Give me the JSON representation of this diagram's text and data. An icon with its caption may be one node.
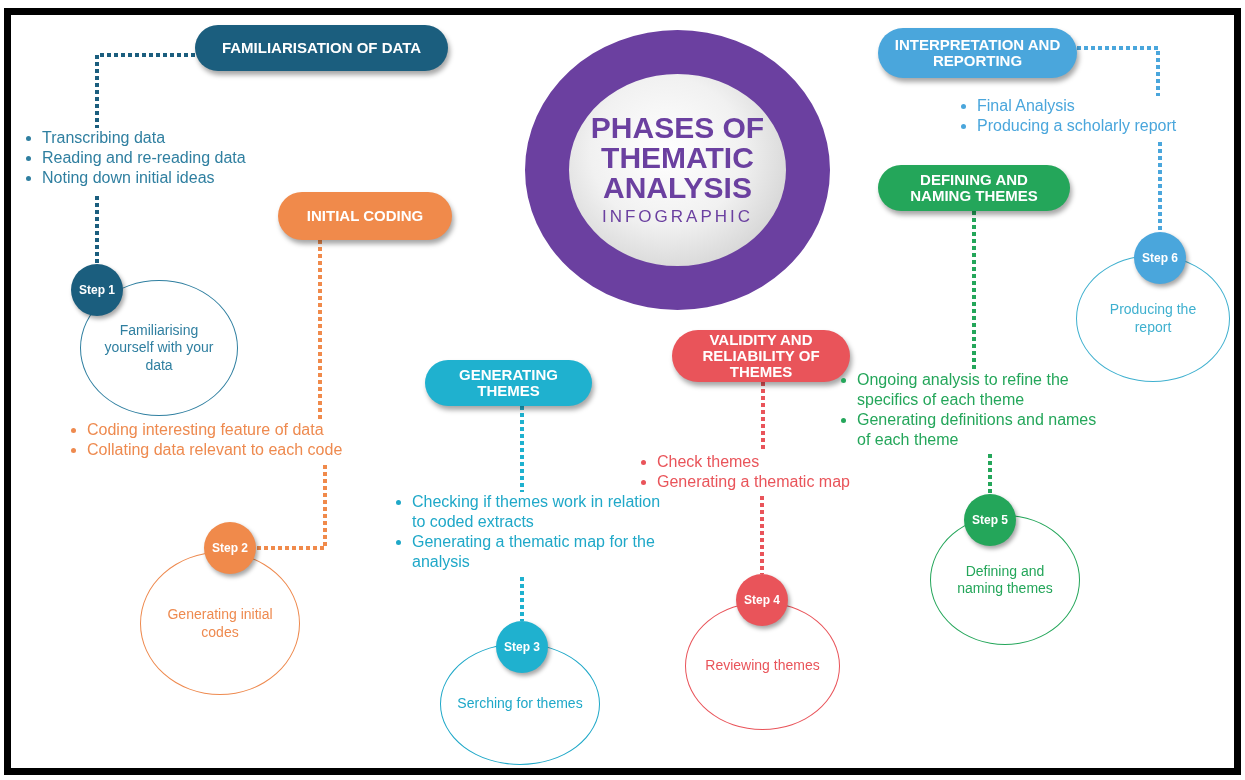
{
  "diagram": {
    "nodes": [
      {
        "text": [
          "PHASES OF THEMATIC ANALYSIS",
          "INFOGRAPHIC"
        ]
      },
      {
        "text": [
          "FAMILIARISATION OF DATA"
        ]
      },
      {
        "text": [
          "Transcribing data",
          "Reading and re-reading data",
          "Noting down initial ideas"
        ]
      },
      {
        "text": [
          "Step 1"
        ]
      },
      {
        "text": [
          "Familiarising yourself with your data"
        ]
      },
      {
        "text": [
          "INITIAL CODING"
        ]
      },
      {
        "text": [
          "Coding interesting feature of data",
          "Collating data relevant to each code"
        ]
      },
      {
        "text": [
          "Step 2"
        ]
      },
      {
        "text": [
          "Generating initial codes"
        ]
      },
      {
        "text": [
          "GENERATING THEMES"
        ]
      },
      {
        "text": [
          "Checking if themes work in relation to coded extracts",
          "Generating a thematic map for the analysis"
        ]
      },
      {
        "text": [
          "Step 3"
        ]
      },
      {
        "text": [
          "Serching for themes"
        ]
      },
      {
        "text": [
          "VALIDITY AND RELIABILITY OF THEMES"
        ]
      },
      {
        "text": [
          "Check themes",
          "Generating a thematic map"
        ]
      },
      {
        "text": [
          "Step 4"
        ]
      },
      {
        "text": [
          "Reviewing themes"
        ]
      },
      {
        "text": [
          "DEFINING AND NAMING THEMES"
        ]
      },
      {
        "text": [
          "Ongoing analysis to refine the specifics of each theme",
          "Generating definitions and names of each theme"
        ]
      },
      {
        "text": [
          "Step 5"
        ]
      },
      {
        "text": [
          "Defining and naming themes"
        ]
      },
      {
        "text": [
          "INTERPRETATION AND REPORTING"
        ]
      },
      {
        "text": [
          "Final Analysis",
          "Producing a scholarly report"
        ]
      },
      {
        "text": [
          "Step 6"
        ]
      },
      {
        "text": [
          "Producing the report"
        ]
      }
    ],
    "edges": [
      {
        "from": 1,
        "to": 2,
        "arrow": "none",
        "style": "dashed",
        "color": "#1b5e7e"
      },
      {
        "from": 2,
        "to": 3,
        "arrow": "none",
        "style": "dashed",
        "color": "#1b5e7e"
      },
      {
        "from": 5,
        "to": 6,
        "arrow": "none",
        "style": "dashed",
        "color": "#f08a4b"
      },
      {
        "from": 6,
        "to": 7,
        "arrow": "none",
        "style": "dashed",
        "color": "#f08a4b"
      },
      {
        "from": 9,
        "to": 10,
        "arrow": "none",
        "style": "dashed",
        "color": "#1fb1cf"
      },
      {
        "from": 10,
        "to": 11,
        "arrow": "none",
        "style": "dashed",
        "color": "#1fb1cf"
      },
      {
        "from": 13,
        "to": 14,
        "arrow": "none",
        "style": "dashed",
        "color": "#e9545a"
      },
      {
        "from": 14,
        "to": 15,
        "arrow": "none",
        "style": "dashed",
        "color": "#e9545a"
      },
      {
        "from": 17,
        "to": 18,
        "arrow": "none",
        "style": "dashed",
        "color": "#24a65a"
      },
      {
        "from": 18,
        "to": 19,
        "arrow": "none",
        "style": "dashed",
        "color": "#24a65a"
      },
      {
        "from": 21,
        "to": 22,
        "arrow": "none",
        "style": "dashed",
        "color": "#4aa6dc"
      },
      {
        "from": 22,
        "to": 23,
        "arrow": "none",
        "style": "dashed",
        "color": "#4aa6dc"
      }
    ]
  }
}
